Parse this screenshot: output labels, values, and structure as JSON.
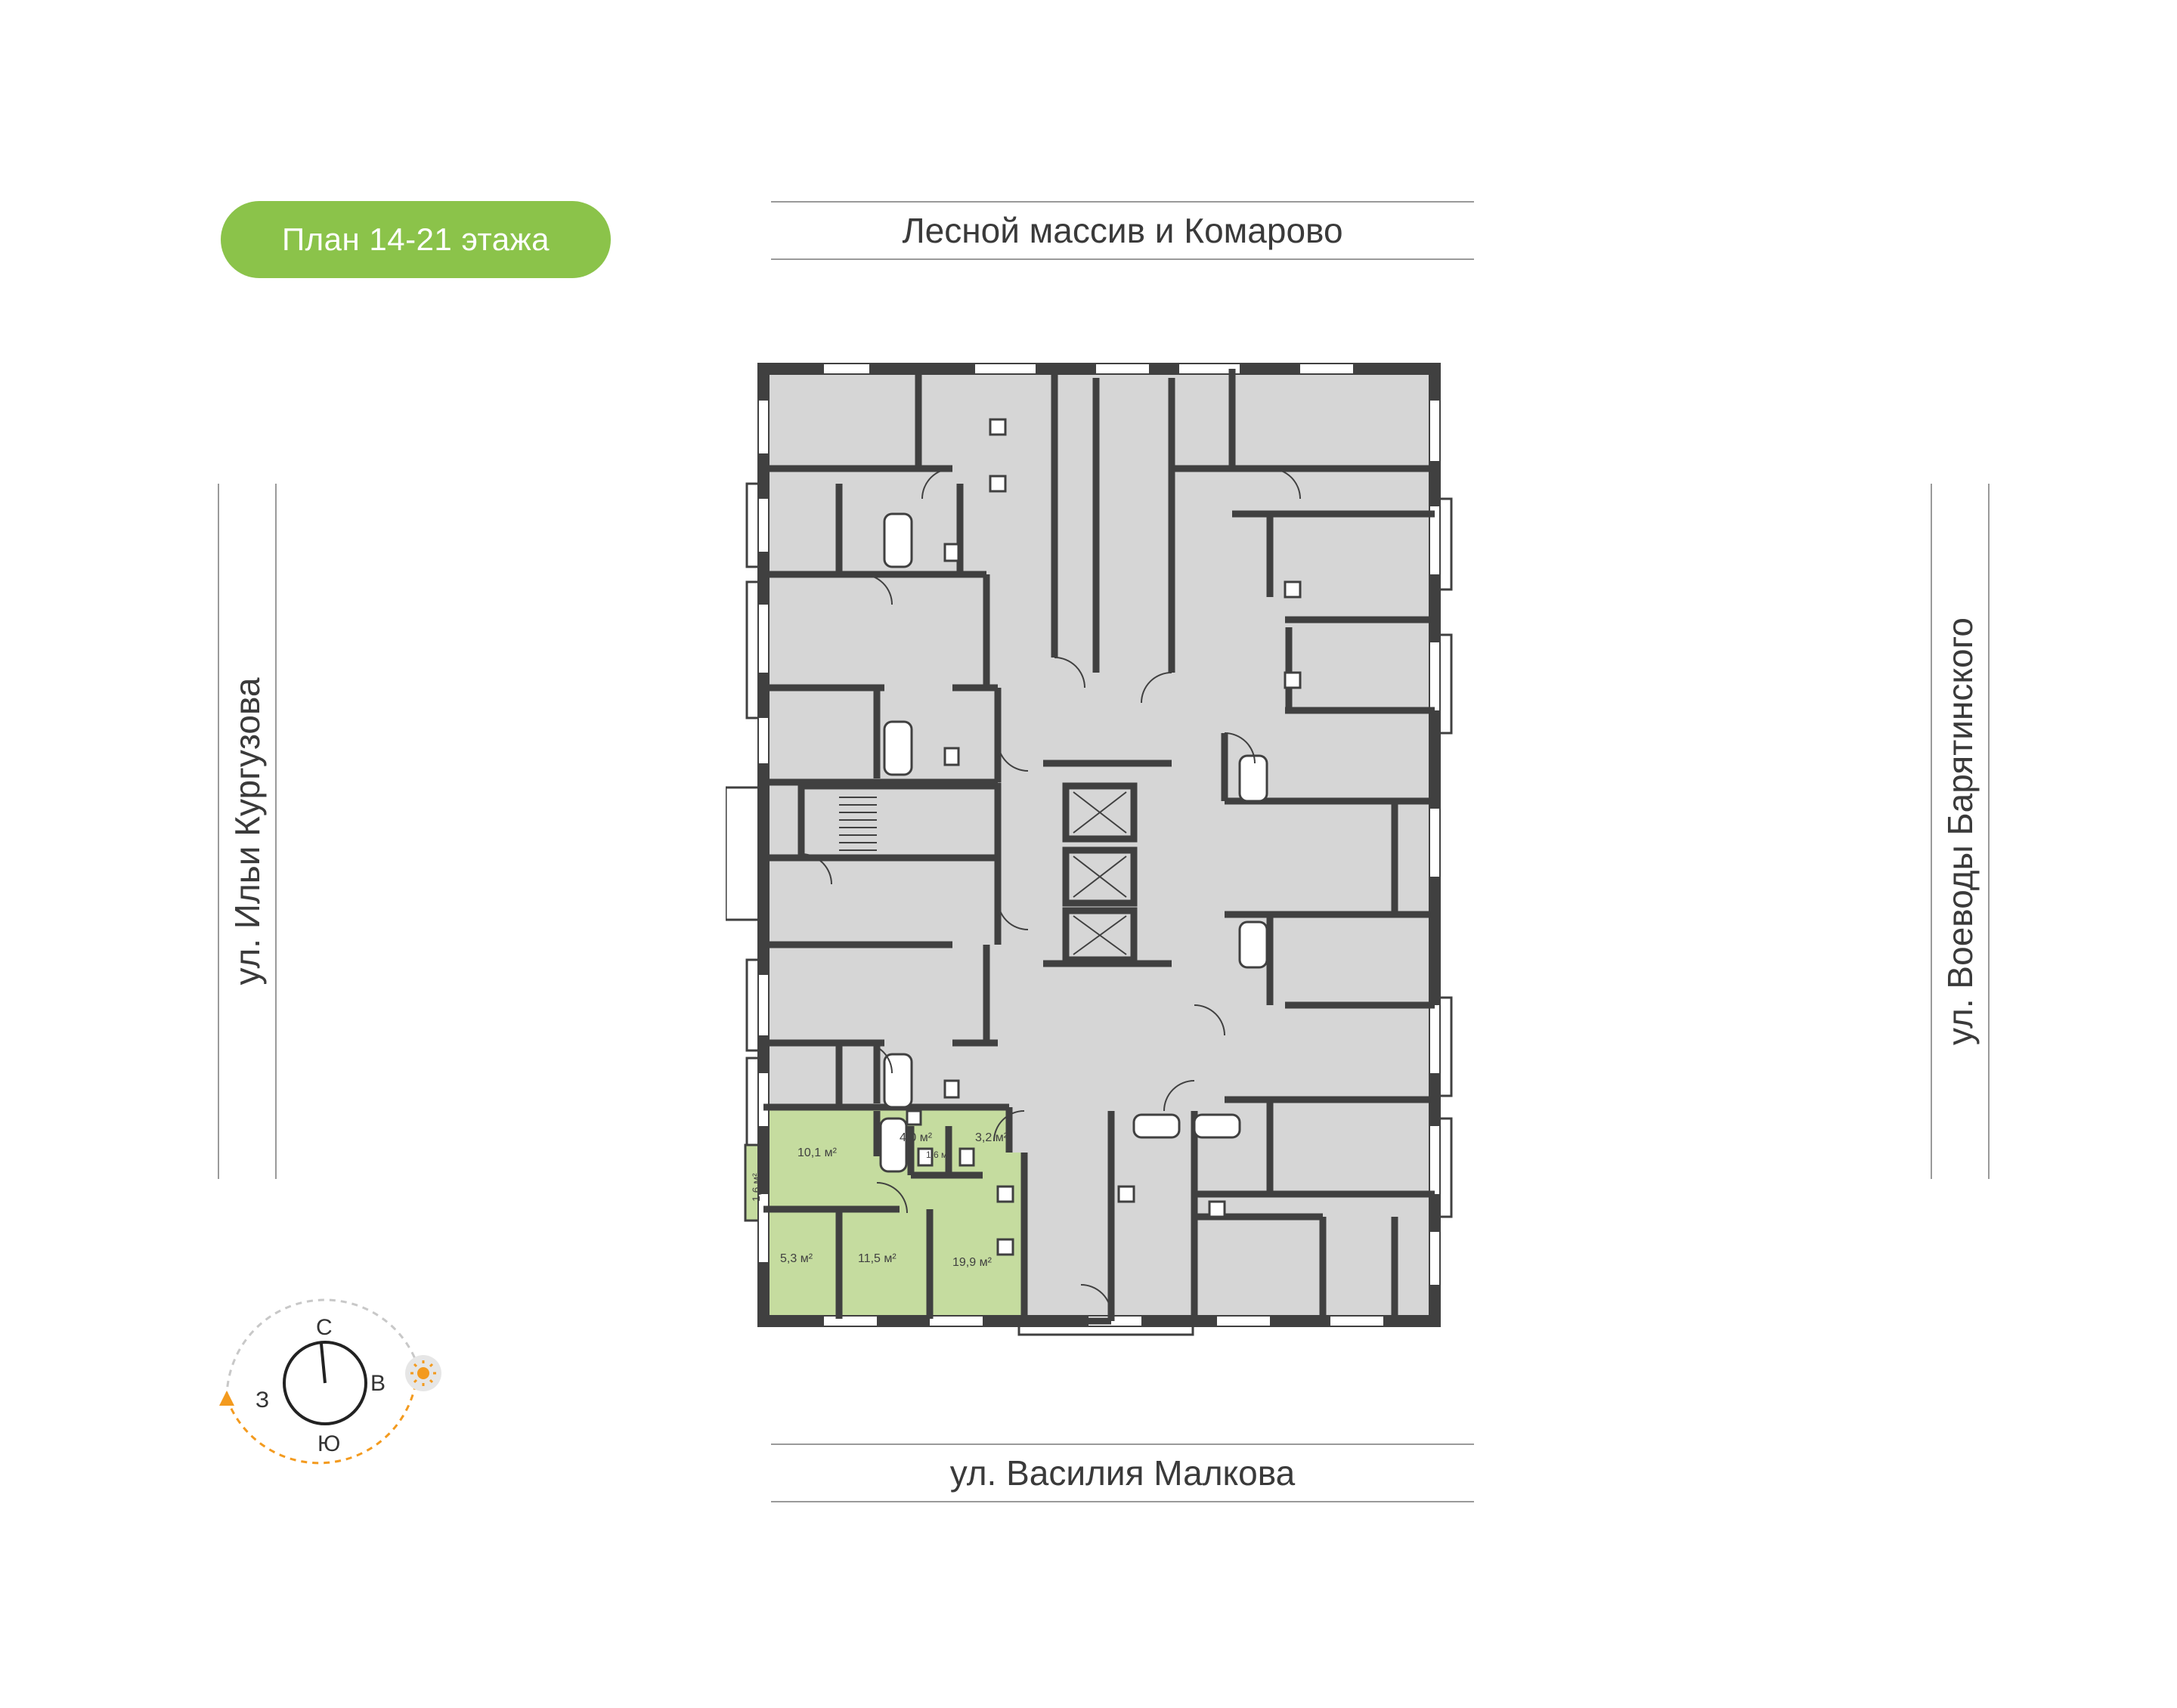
{
  "header": {
    "floor_badge": "План 14-21 этажа"
  },
  "streets": {
    "north": "Лесной массив и Комарово",
    "south": "ул. Василия Малкова",
    "west": "ул. Ильи Кургузова",
    "east": "ул. Воеводы Барятинского"
  },
  "apartment": {
    "rooms": [
      {
        "area": "10,1 м²"
      },
      {
        "area": "4,0 м²"
      },
      {
        "area": "1,6 м²"
      },
      {
        "area": "3,2 м²"
      },
      {
        "area": "1,6 м²"
      },
      {
        "area": "5,3 м²"
      },
      {
        "area": "11,5 м²"
      },
      {
        "area": "19,9 м²"
      }
    ]
  },
  "compass": {
    "north": "С",
    "south": "Ю",
    "east": "В",
    "west": "З"
  },
  "colors": {
    "accent_green": "#8bc34a",
    "highlight_green": "#c5dc9f",
    "wall": "#404040",
    "room_fill": "#d6d6d6",
    "sun_orange": "#f39a1e"
  },
  "icons": [
    "sun-icon",
    "compass-needle-icon",
    "path-arrow-icon"
  ]
}
